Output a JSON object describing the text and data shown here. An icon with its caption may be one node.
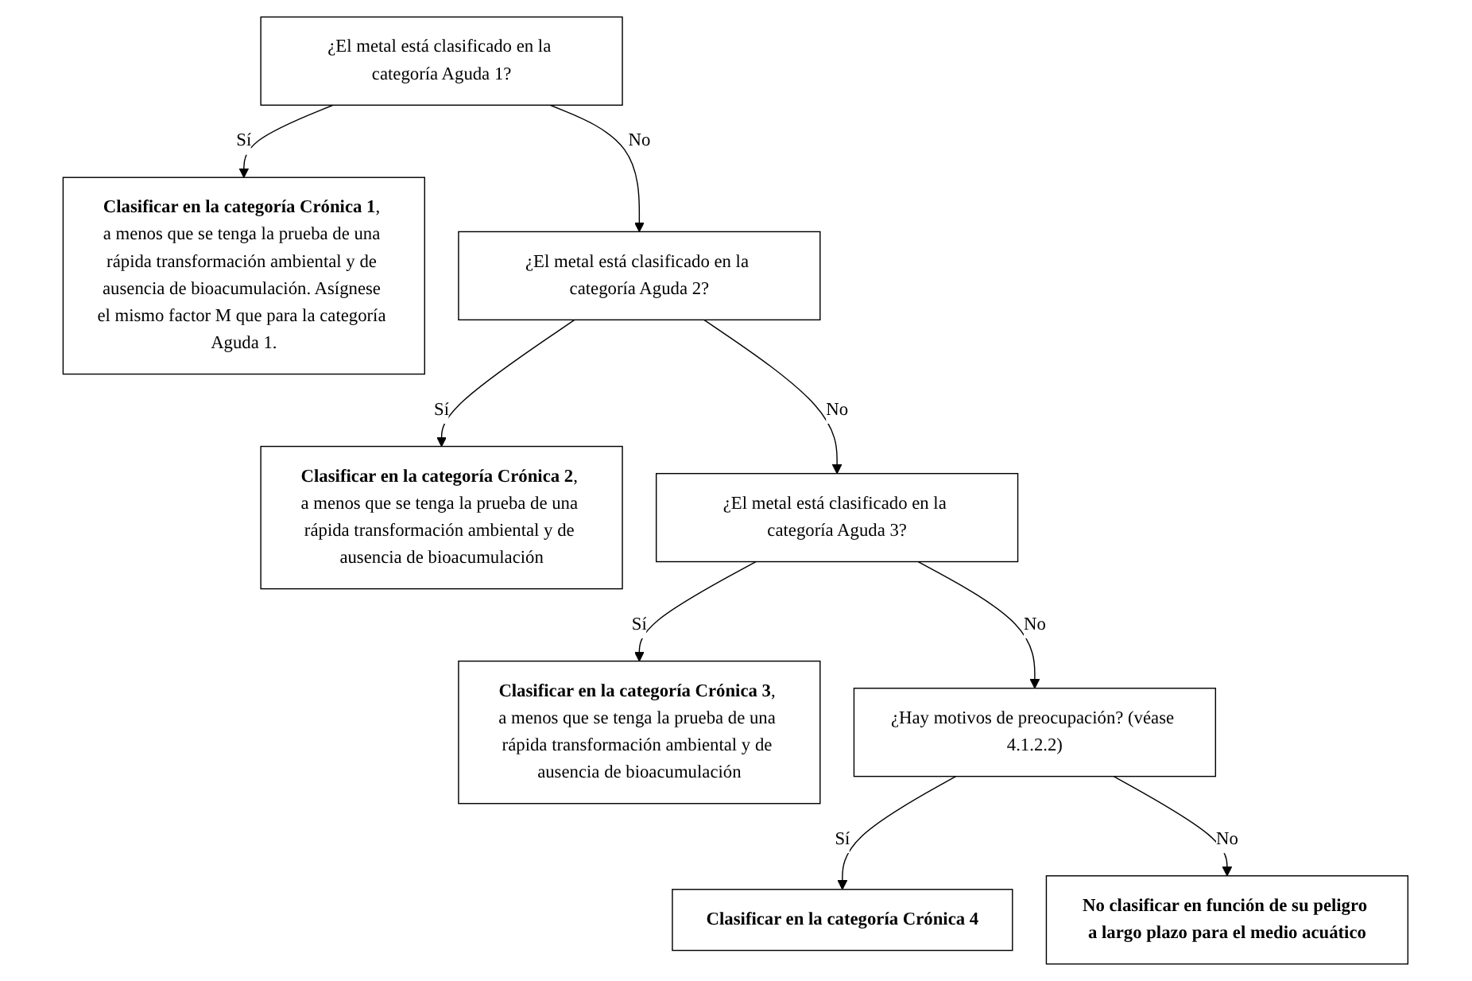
{
  "diagram": {
    "nodes": [
      {
        "text": [
          "¿El metal está clasificado en la categoría Aguda 1?"
        ]
      },
      {
        "text": [
          "**Clasificar en la categoría Crónica 1**, a menos que se tenga la prueba de una rápida transformación ambiental y de ausencia de bioacumulación. Asígnese el mismo factor M que para la categoría Aguda 1."
        ]
      },
      {
        "text": [
          "¿El metal está clasificado en la categoría Aguda 2?"
        ]
      },
      {
        "text": [
          "**Clasificar en la categoría Crónica 2**, a menos que se tenga la prueba de una rápida transformación ambiental y de ausencia de bioacumulación"
        ]
      },
      {
        "text": [
          "¿El metal está clasificado en la categoría Aguda 3?"
        ]
      },
      {
        "text": [
          "**Clasificar en la categoría Crónica 3**, a menos que se tenga la prueba de una rápida transformación ambiental y de ausencia de bioacumulación"
        ]
      },
      {
        "text": [
          "¿Hay motivos de preocupación? (véase 4.1.2.2)"
        ]
      },
      {
        "text": [
          "Clasificar en la categoría Crónica 4"
        ]
      },
      {
        "text": [
          "No clasificar en función de su peligro a largo plazo para el medio acuático"
        ]
      }
    ],
    "edges": [
      {
        "from": 0,
        "to": 1,
        "arrow": "to",
        "label": "Sí"
      },
      {
        "from": 0,
        "to": 2,
        "arrow": "to",
        "label": "No"
      },
      {
        "from": 2,
        "to": 3,
        "arrow": "to",
        "label": "Sí"
      },
      {
        "from": 2,
        "to": 4,
        "arrow": "to",
        "label": "No"
      },
      {
        "from": 4,
        "to": 5,
        "arrow": "to",
        "label": "Sí"
      },
      {
        "from": 4,
        "to": 6,
        "arrow": "to",
        "label": "No"
      },
      {
        "from": 6,
        "to": 7,
        "arrow": "to",
        "label": "Sí"
      },
      {
        "from": 6,
        "to": 8,
        "arrow": "to",
        "label": "No"
      }
    ]
  }
}
